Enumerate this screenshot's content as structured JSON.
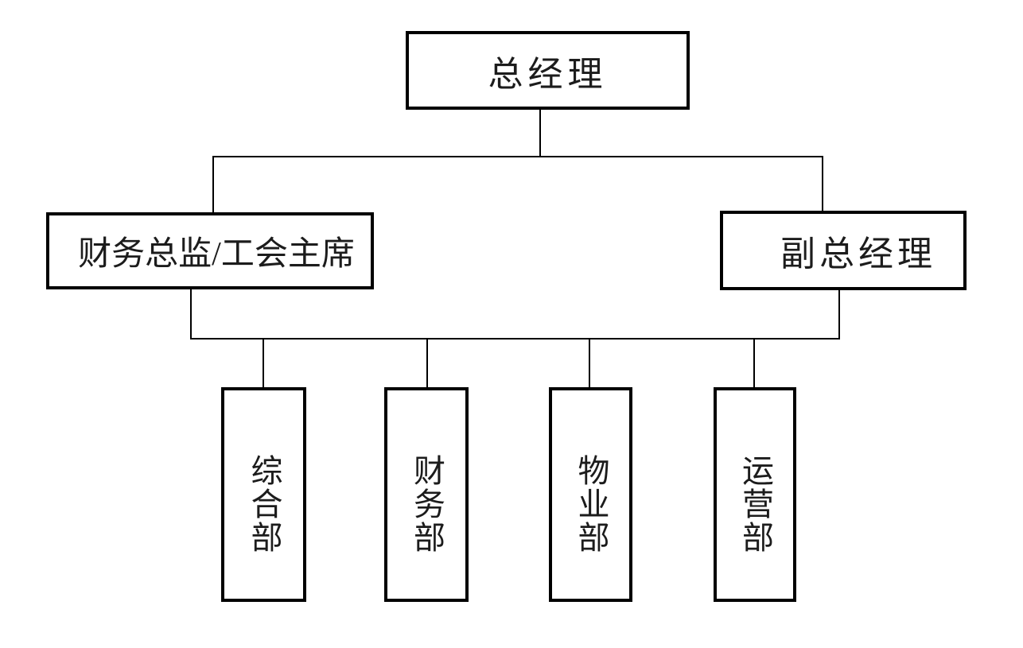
{
  "page": {
    "background_color": "#ffffff",
    "line_color": "#000000",
    "text_color": "#1c1c1c"
  },
  "org_chart": {
    "type": "org-chart",
    "nodes": [
      {
        "id": "general-manager",
        "label": "总经理",
        "level": 1,
        "orientation": "horizontal"
      },
      {
        "id": "finance-director-union-chair",
        "label": "财务总监/工会主席",
        "level": 2,
        "orientation": "horizontal"
      },
      {
        "id": "deputy-general-manager",
        "label": "副总经理",
        "level": 2,
        "orientation": "horizontal"
      },
      {
        "id": "dept-general",
        "label": "综合部",
        "level": 3,
        "orientation": "vertical"
      },
      {
        "id": "dept-finance",
        "label": "财务部",
        "level": 3,
        "orientation": "vertical"
      },
      {
        "id": "dept-property",
        "label": "物业部",
        "level": 3,
        "orientation": "vertical"
      },
      {
        "id": "dept-operations",
        "label": "运营部",
        "level": 3,
        "orientation": "vertical"
      }
    ],
    "edges": [
      {
        "from": "general-manager",
        "to": "finance-director-union-chair"
      },
      {
        "from": "general-manager",
        "to": "deputy-general-manager"
      },
      {
        "from": "finance-director-union-chair",
        "to": "dept-general"
      },
      {
        "from": "finance-director-union-chair",
        "to": "dept-finance"
      },
      {
        "from": "finance-director-union-chair",
        "to": "dept-property"
      },
      {
        "from": "finance-director-union-chair",
        "to": "dept-operations"
      },
      {
        "from": "deputy-general-manager",
        "to": "dept-general"
      },
      {
        "from": "deputy-general-manager",
        "to": "dept-finance"
      },
      {
        "from": "deputy-general-manager",
        "to": "dept-property"
      },
      {
        "from": "deputy-general-manager",
        "to": "dept-operations"
      }
    ]
  }
}
